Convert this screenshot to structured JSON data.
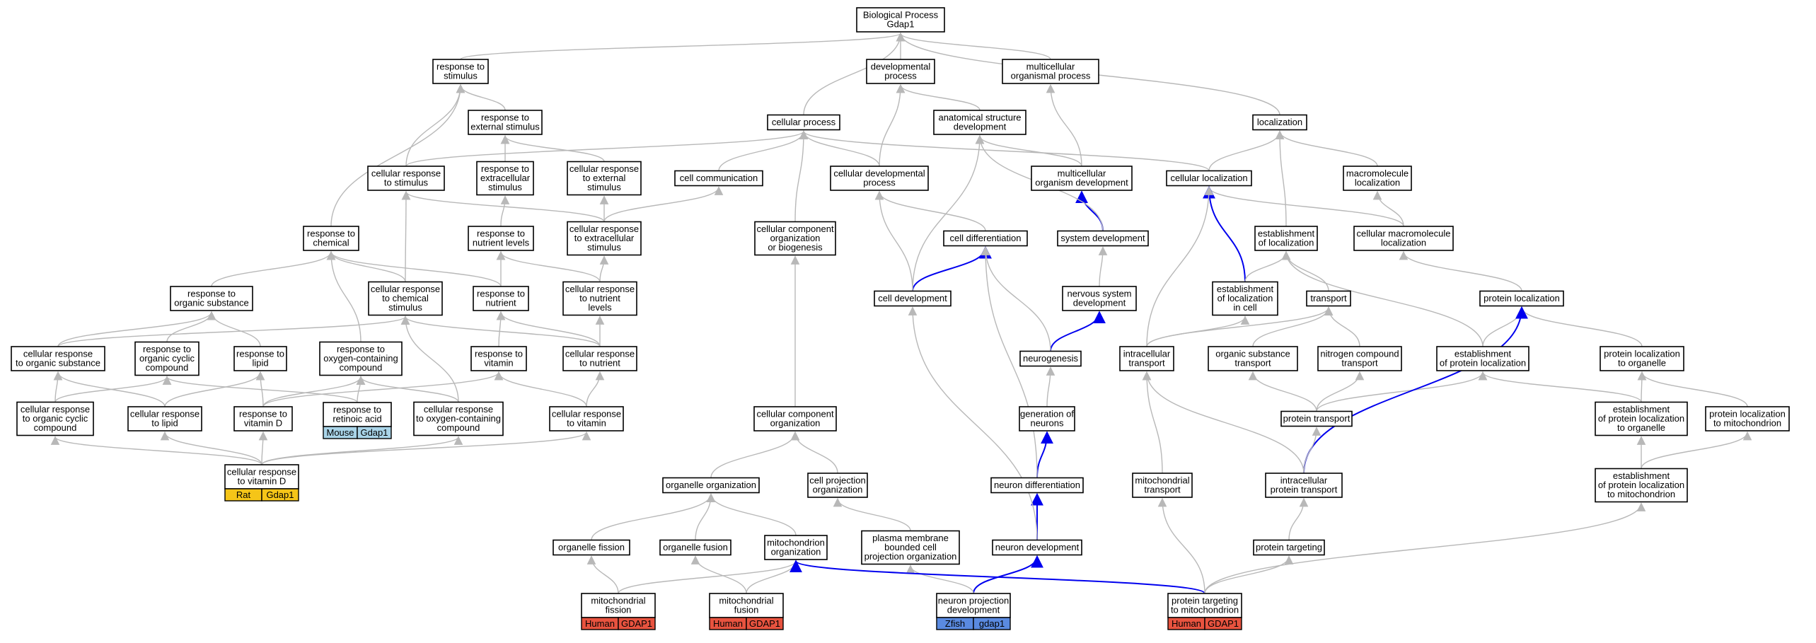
{
  "colors": {
    "rat": "#f5c518",
    "mouse": "#a9d4e8",
    "human": "#e8533f",
    "zfish": "#5a8ae0",
    "blue_edge": "#0000ee",
    "grey_edge": "#b8b8b8"
  },
  "nodes": {
    "bio_process": [
      "Biological Process",
      "Gdap1"
    ],
    "response_stimulus": [
      "response to",
      "stimulus"
    ],
    "developmental_process": [
      "developmental",
      "process"
    ],
    "multicellular_organismal_process": [
      "multicellular",
      "organismal process"
    ],
    "response_external_stimulus": [
      "response to",
      "external stimulus"
    ],
    "cellular_process": [
      "cellular process"
    ],
    "anatomical_structure_dev": [
      "anatomical structure",
      "development"
    ],
    "localization": [
      "localization"
    ],
    "cellular_response_stimulus": [
      "cellular response",
      "to stimulus"
    ],
    "response_extracellular_stimulus": [
      "response to",
      "extracellular",
      "stimulus"
    ],
    "cellular_response_external_stimulus": [
      "cellular response",
      "to external",
      "stimulus"
    ],
    "cell_communication": [
      "cell communication"
    ],
    "cellular_developmental_process": [
      "cellular developmental",
      "process"
    ],
    "multicellular_organism_dev": [
      "multicellular",
      "organism development"
    ],
    "cellular_localization": [
      "cellular localization"
    ],
    "macromolecule_localization": [
      "macromolecule",
      "localization"
    ],
    "response_chemical": [
      "response to",
      "chemical"
    ],
    "response_nutrient_levels": [
      "response to",
      "nutrient levels"
    ],
    "cellular_response_extracellular_stimulus": [
      "cellular response",
      "to extracellular",
      "stimulus"
    ],
    "cellular_component_org_biogenesis": [
      "cellular component",
      "organization",
      "or biogenesis"
    ],
    "cell_differentiation": [
      "cell differentiation"
    ],
    "system_development": [
      "system development"
    ],
    "establishment_localization": [
      "establishment",
      "of localization"
    ],
    "cellular_macromolecule_localization": [
      "cellular macromolecule",
      "localization"
    ],
    "response_organic_substance": [
      "response to",
      "organic substance"
    ],
    "cellular_response_chemical_stimulus": [
      "cellular response",
      "to chemical",
      "stimulus"
    ],
    "response_nutrient": [
      "response to",
      "nutrient"
    ],
    "cellular_response_nutrient_levels": [
      "cellular response",
      "to nutrient",
      "levels"
    ],
    "cell_development": [
      "cell development"
    ],
    "nervous_system_development": [
      "nervous system",
      "development"
    ],
    "establishment_localization_cell": [
      "establishment",
      "of localization",
      "in cell"
    ],
    "transport": [
      "transport"
    ],
    "protein_localization": [
      "protein localization"
    ],
    "cellular_response_organic_substance": [
      "cellular response",
      "to organic substance"
    ],
    "response_organic_cyclic_compound": [
      "response to",
      "organic cyclic",
      "compound"
    ],
    "response_lipid": [
      "response to",
      "lipid"
    ],
    "response_oxygen_containing_compound": [
      "response to",
      "oxygen-containing",
      "compound"
    ],
    "response_vitamin": [
      "response to",
      "vitamin"
    ],
    "cellular_response_nutrient": [
      "cellular response",
      "to nutrient"
    ],
    "neurogenesis": [
      "neurogenesis"
    ],
    "intracellular_transport": [
      "intracellular",
      "transport"
    ],
    "organic_substance_transport": [
      "organic substance",
      "transport"
    ],
    "nitrogen_compound_transport": [
      "nitrogen compound",
      "transport"
    ],
    "establishment_protein_localization": [
      "establishment",
      "of protein localization"
    ],
    "protein_localization_organelle": [
      "protein localization",
      "to organelle"
    ],
    "cellular_response_organic_cyclic_compound": [
      "cellular response",
      "to organic cyclic",
      "compound"
    ],
    "cellular_response_lipid": [
      "cellular response",
      "to lipid"
    ],
    "response_vitamin_d": [
      "response to",
      "vitamin D"
    ],
    "response_retinoic_acid": [
      "response to",
      "retinoic acid"
    ],
    "cellular_response_oxygen_containing_compound": [
      "cellular response",
      "to oxygen-containing",
      "compound"
    ],
    "cellular_response_vitamin": [
      "cellular response",
      "to vitamin"
    ],
    "cellular_component_organization": [
      "cellular component",
      "organization"
    ],
    "generation_of_neurons": [
      "generation of",
      "neurons"
    ],
    "protein_transport": [
      "protein transport"
    ],
    "establishment_protein_localization_organelle": [
      "establishment",
      "of protein localization",
      "to organelle"
    ],
    "protein_localization_mitochondrion": [
      "protein localization",
      "to mitochondrion"
    ],
    "cellular_response_vitamin_d": [
      "cellular response",
      "to vitamin D"
    ],
    "organelle_organization": [
      "organelle organization"
    ],
    "cell_projection_organization": [
      "cell projection",
      "organization"
    ],
    "neuron_differentiation": [
      "neuron differentiation"
    ],
    "mitochondrial_transport": [
      "mitochondrial",
      "transport"
    ],
    "intracellular_protein_transport": [
      "intracellular",
      "protein transport"
    ],
    "establishment_protein_localization_mitochondrion": [
      "establishment",
      "of protein localization",
      "to mitochondrion"
    ],
    "organelle_fission": [
      "organelle fission"
    ],
    "organelle_fusion": [
      "organelle fusion"
    ],
    "mitochondrion_organization": [
      "mitochondrion",
      "organization"
    ],
    "plasma_membrane_bounded_cell_projection_org": [
      "plasma membrane",
      "bounded cell",
      "projection organization"
    ],
    "neuron_development": [
      "neuron development"
    ],
    "protein_targeting": [
      "protein targeting"
    ],
    "mitochondrial_fission": [
      "mitochondrial",
      "fission"
    ],
    "mitochondrial_fusion": [
      "mitochondrial",
      "fusion"
    ],
    "neuron_projection_development": [
      "neuron projection",
      "development"
    ],
    "protein_targeting_mitochondrion": [
      "protein targeting",
      "to mitochondrion"
    ]
  },
  "tags": {
    "cellular_response_vitamin_d": [
      "Rat",
      "Gdap1"
    ],
    "response_retinoic_acid": [
      "Mouse",
      "Gdap1"
    ],
    "mitochondrial_fission": [
      "Human",
      "GDAP1"
    ],
    "mitochondrial_fusion": [
      "Human",
      "GDAP1"
    ],
    "neuron_projection_development": [
      "Zfish",
      "gdap1"
    ],
    "protein_targeting_mitochondrion": [
      "Human",
      "GDAP1"
    ]
  }
}
